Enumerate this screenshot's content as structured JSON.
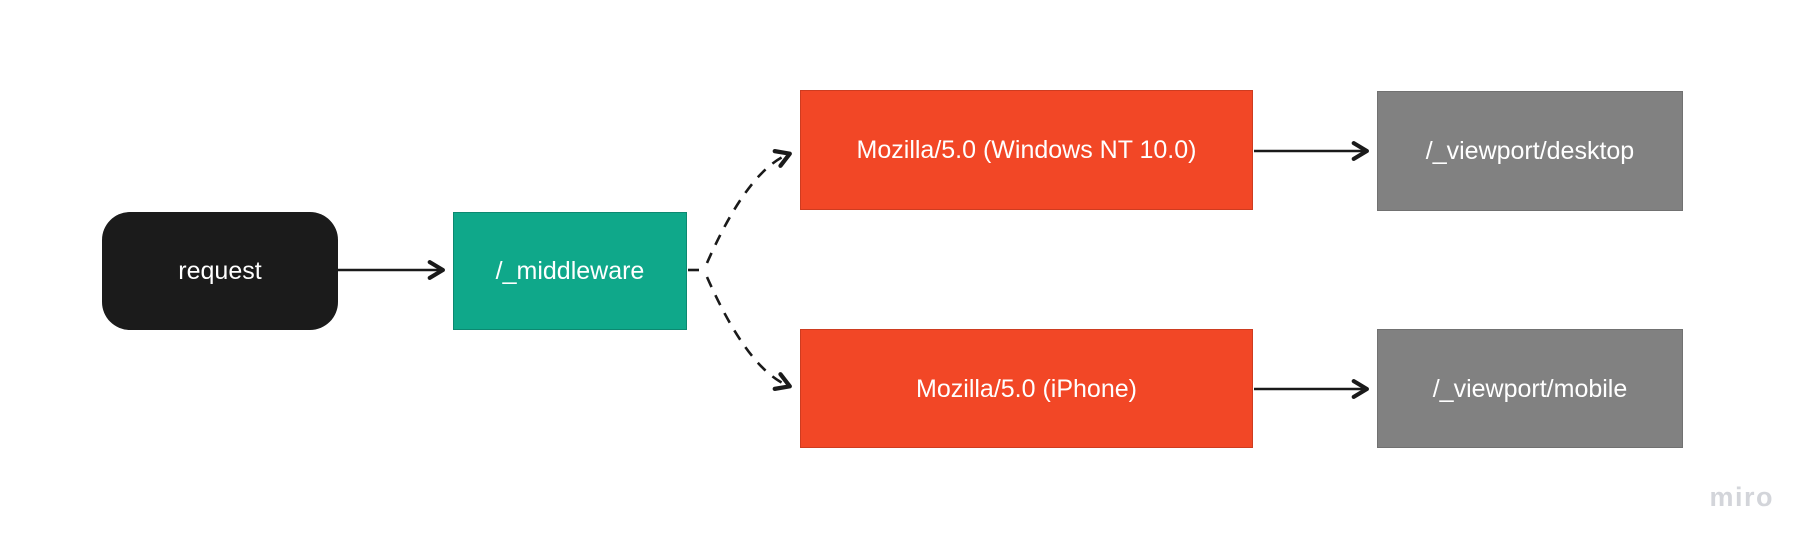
{
  "diagram": {
    "nodes": {
      "request": {
        "label": "request",
        "fill": "#1b1b1b",
        "text_color": "#ffffff",
        "shape": "rounded-rectangle"
      },
      "middleware": {
        "label": "/_middleware",
        "fill": "#0fa88a",
        "text_color": "#ffffff",
        "shape": "rectangle"
      },
      "ua_desktop": {
        "label": "Mozilla/5.0 (Windows NT 10.0)",
        "fill": "#f24726",
        "text_color": "#ffffff",
        "shape": "rectangle"
      },
      "viewport_desktop": {
        "label": "/_viewport/desktop",
        "fill": "#818181",
        "text_color": "#ffffff",
        "shape": "rectangle"
      },
      "ua_mobile": {
        "label": "Mozilla/5.0 (iPhone)",
        "fill": "#f24726",
        "text_color": "#ffffff",
        "shape": "rectangle"
      },
      "viewport_mobile": {
        "label": "/_viewport/mobile",
        "fill": "#818181",
        "text_color": "#ffffff",
        "shape": "rectangle"
      }
    },
    "edges": [
      {
        "from": "request",
        "to": "middleware",
        "style": "solid",
        "arrowhead": "open-chevron"
      },
      {
        "from": "middleware",
        "to": "ua_desktop",
        "style": "dashed",
        "arrowhead": "open-chevron"
      },
      {
        "from": "middleware",
        "to": "ua_mobile",
        "style": "dashed",
        "arrowhead": "open-chevron"
      },
      {
        "from": "ua_desktop",
        "to": "viewport_desktop",
        "style": "solid",
        "arrowhead": "open-chevron"
      },
      {
        "from": "ua_mobile",
        "to": "viewport_mobile",
        "style": "solid",
        "arrowhead": "open-chevron"
      }
    ],
    "edge_color": "#1a1a1a"
  },
  "watermark": {
    "label": "miro",
    "color": "#d3d5da"
  }
}
